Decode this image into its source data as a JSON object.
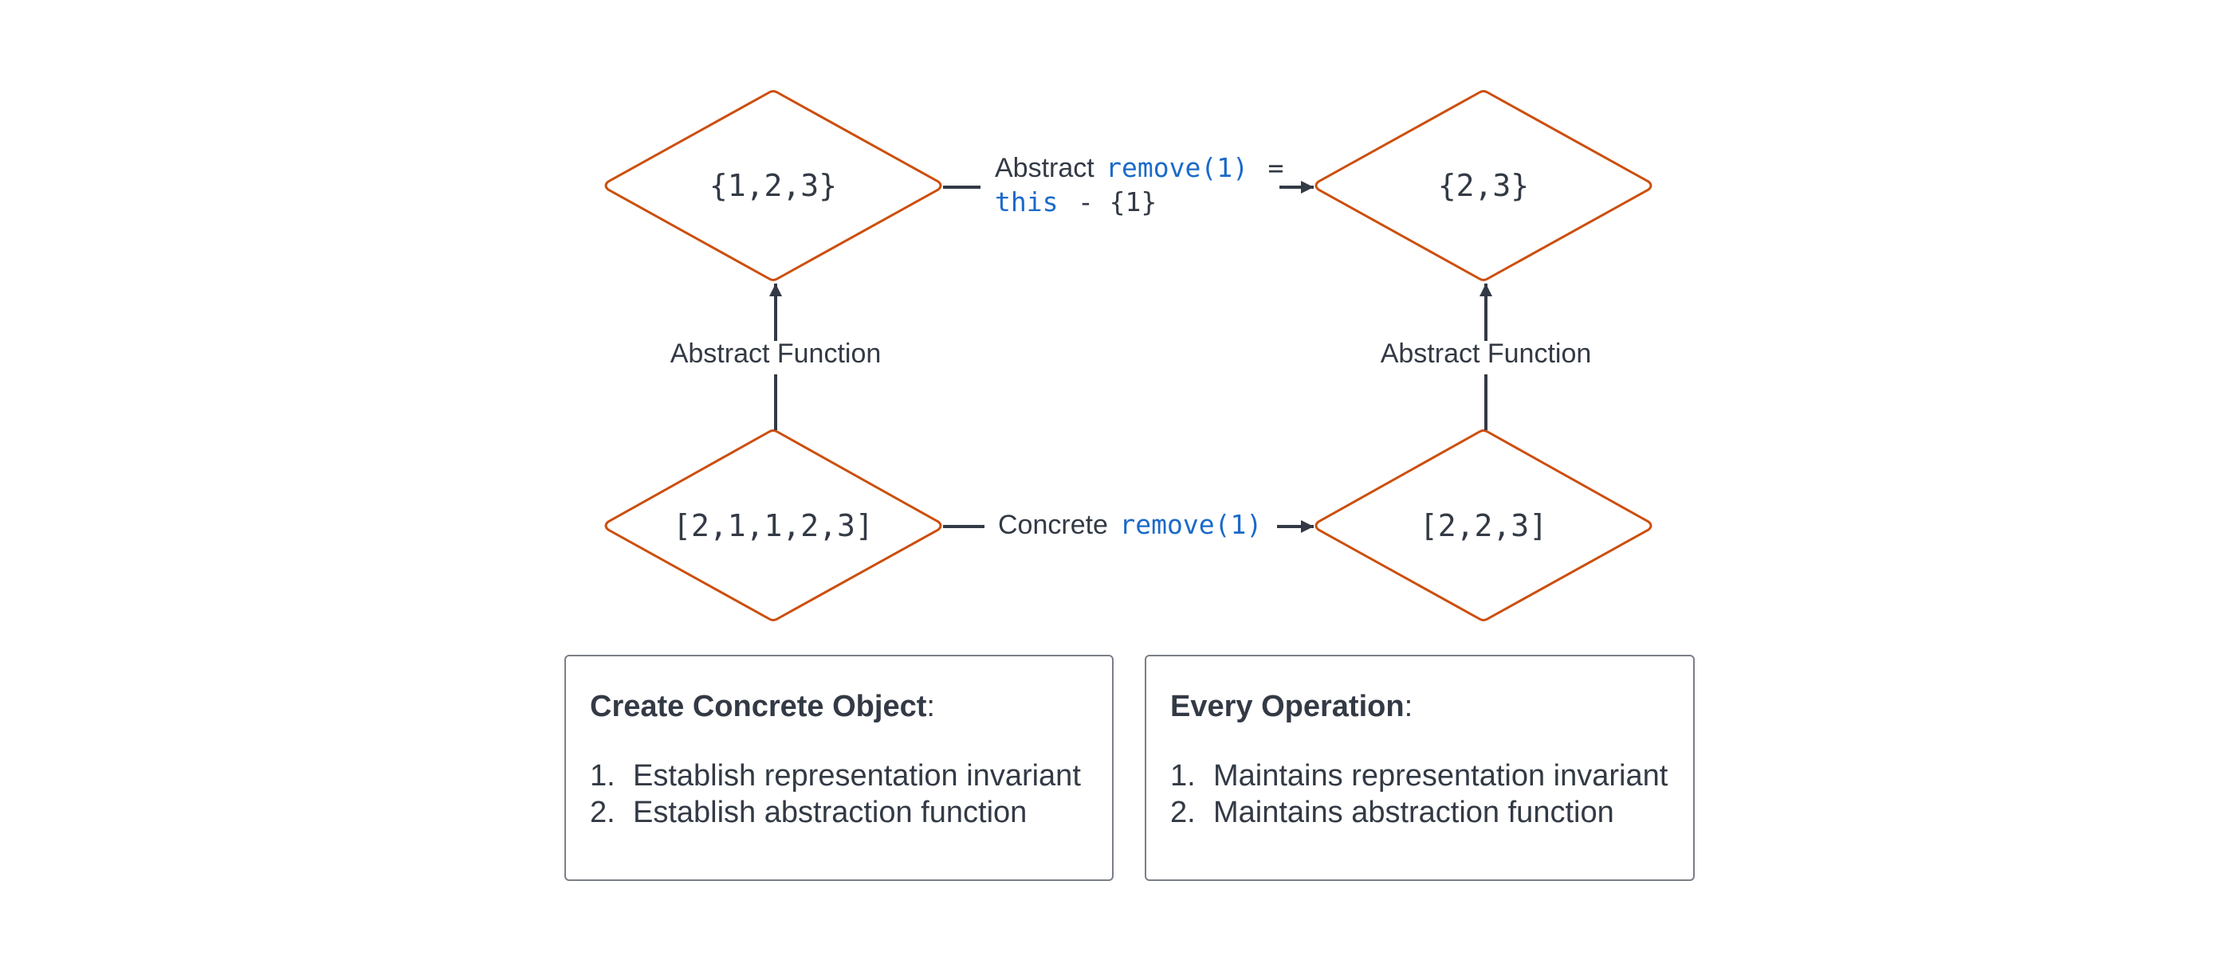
{
  "nodes": {
    "abstract_before": "{1,2,3}",
    "abstract_after": "{2,3}",
    "concrete_before": "[2,1,1,2,3]",
    "concrete_after": "[2,2,3]"
  },
  "edges": {
    "abstract_op": {
      "prefix": "Abstract",
      "call": "remove(1)",
      "equals": "=",
      "this_kw": "this",
      "rest": "- {1}"
    },
    "concrete_op": {
      "prefix": "Concrete",
      "call": "remove(1)"
    },
    "af_left": "Abstract Function",
    "af_right": "Abstract Function"
  },
  "boxes": {
    "create": {
      "heading": "Create Concrete Object",
      "colon": ":",
      "items": [
        {
          "num": "1.",
          "text": "Establish representation invariant"
        },
        {
          "num": "2.",
          "text": "Establish abstraction function"
        }
      ]
    },
    "every": {
      "heading": "Every Operation",
      "colon": ":",
      "items": [
        {
          "num": "1.",
          "text": "Maintains representation invariant"
        },
        {
          "num": "2.",
          "text": "Maintains abstraction function"
        }
      ]
    }
  },
  "colors": {
    "node_stroke": "#cc4e0b",
    "edge": "#333a45",
    "code": "#1b6ac9",
    "text": "#333a45",
    "box_border": "#7a7f87"
  }
}
